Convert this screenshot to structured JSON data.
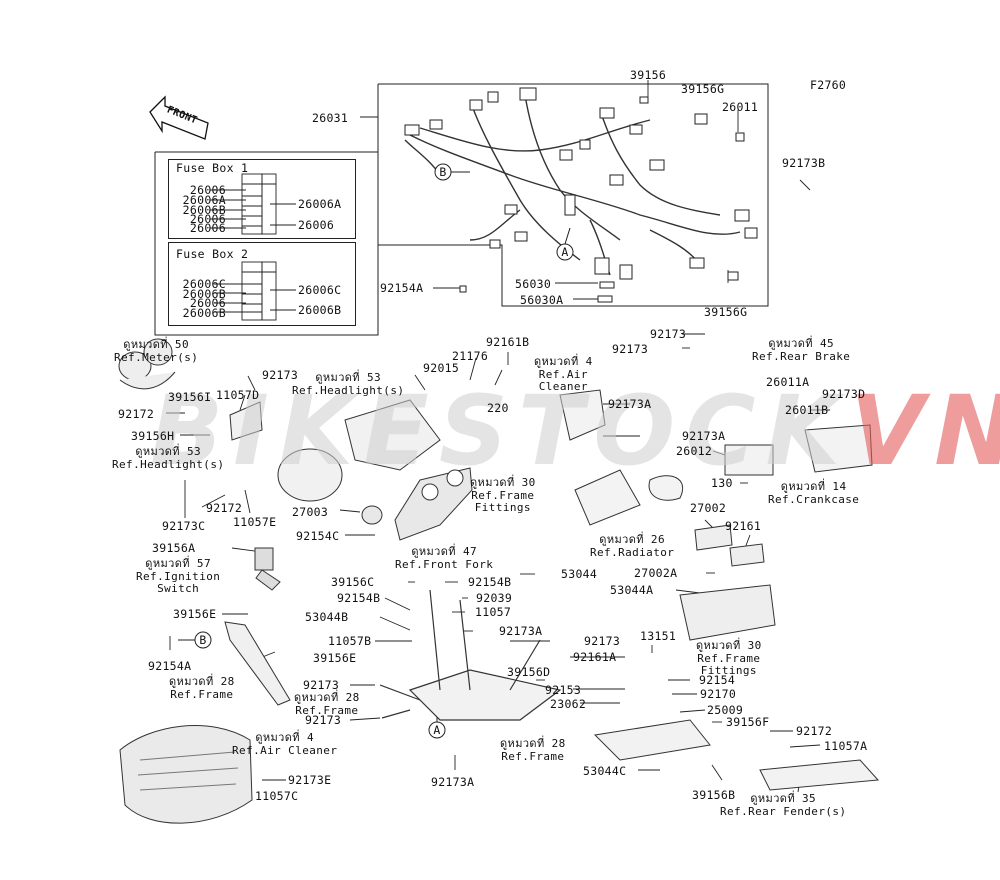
{
  "diagram_code": "F2760",
  "front_label": "FRONT",
  "watermark": {
    "main": "BIKESTOCK",
    "suffix": "VN"
  },
  "fuse_box_1": {
    "title": "Fuse Box 1",
    "left": [
      "26006",
      "26006A",
      "26006B",
      "26006",
      "26006"
    ],
    "right": [
      "26006A",
      "26006"
    ]
  },
  "fuse_box_2": {
    "title": "Fuse Box 2",
    "left": [
      "26006C",
      "26006B",
      "26006",
      "26006B"
    ],
    "right": [
      "26006C",
      "26006B"
    ]
  },
  "callouts": {
    "A": "A",
    "B": "B"
  },
  "parts": {
    "p26031": "26031",
    "p39156_top": "39156",
    "p39156G_top": "39156G",
    "p26011": "26011",
    "p92173B": "92173B",
    "p92154A_top": "92154A",
    "p56030": "56030",
    "p56030A": "56030A",
    "p39156G_bot": "39156G",
    "p92173_rb1": "92173",
    "p92173_rb2": "92173",
    "p26011A": "26011A",
    "p26011B": "26011B",
    "p92173D": "92173D",
    "p26012": "26012",
    "p130": "130",
    "p92161B": "92161B",
    "p21176": "21176",
    "p92015": "92015",
    "p220": "220",
    "p92173A_1": "92173A",
    "p92173A_2": "92173A",
    "p39156I": "39156I",
    "p92173_hl": "92173",
    "p11057D": "11057D",
    "p92172_l": "92172",
    "p39156H": "39156H",
    "p92172_m": "92172",
    "p92173C": "92173C",
    "p11057E": "11057E",
    "p27003": "27003",
    "p92154C": "92154C",
    "p27002": "27002",
    "p92161": "92161",
    "p39156A": "39156A",
    "p53044": "53044",
    "p27002A": "27002A",
    "p53044A": "53044A",
    "p39156C": "39156C",
    "p92154B_1": "92154B",
    "p92154B_2": "92154B",
    "p92039": "92039",
    "p53044B": "53044B",
    "p11057": "11057",
    "p39156E_1": "39156E",
    "p11057B": "11057B",
    "p92173A_3": "92173A",
    "p92173_c": "92173",
    "p13151": "13151",
    "p92154A_b": "92154A",
    "p39156E_2": "39156E",
    "p92161A": "92161A",
    "p39156D": "39156D",
    "p92154": "92154",
    "p92173_c2": "92173",
    "p92153": "92153",
    "p92170": "92170",
    "p23062": "23062",
    "p25009": "25009",
    "p92173_c3": "92173",
    "p39156F": "39156F",
    "p92172_r": "92172",
    "p11057A": "11057A",
    "p92173A_4": "92173A",
    "p53044C": "53044C",
    "p39156B": "39156B",
    "p92173E": "92173E",
    "p11057C": "11057C"
  },
  "refs": {
    "meter": [
      "ดูหมวดที่ 50",
      "Ref.Meter(s)"
    ],
    "headlight_top": [
      "ดูหมวดที่ 53",
      "Ref.Headlight(s)"
    ],
    "air_cleaner_top": [
      "ดูหมวดที่ 4",
      "Ref.Air",
      "Cleaner"
    ],
    "rear_brake": [
      "ดูหมวดที่ 45",
      "Ref.Rear Brake"
    ],
    "headlight_left": [
      "ดูหมวดที่ 53",
      "Ref.Headlight(s)"
    ],
    "frame_fittings_1": [
      "ดูหมวดที่ 30",
      "Ref.Frame",
      "Fittings"
    ],
    "radiator": [
      "ดูหมวดที่ 26",
      "Ref.Radiator"
    ],
    "crankcase": [
      "ดูหมวดที่ 14",
      "Ref.Crankcase"
    ],
    "front_fork": [
      "ดูหมวดที่ 47",
      "Ref.Front Fork"
    ],
    "ignition": [
      "ดูหมวดที่ 57",
      "Ref.Ignition",
      "Switch"
    ],
    "frame_fittings_2": [
      "ดูหมวดที่ 30",
      "Ref.Frame",
      "Fittings"
    ],
    "frame_left": [
      "ดูหมวดที่ 28",
      "Ref.Frame"
    ],
    "frame_center": [
      "ดูหมวดที่ 28",
      "Ref.Frame"
    ],
    "air_cleaner_bot": [
      "ดูหมวดที่ 4",
      "Ref.Air Cleaner"
    ],
    "frame_bottom": [
      "ดูหมวดที่ 28",
      "Ref.Frame"
    ],
    "rear_fender": [
      "ดูหมวดที่ 35",
      "Ref.Rear Fender(s)"
    ]
  },
  "colors": {
    "line": "#222222",
    "watermark_gray": "#cdcdcd",
    "watermark_red": "#e25a5a"
  }
}
